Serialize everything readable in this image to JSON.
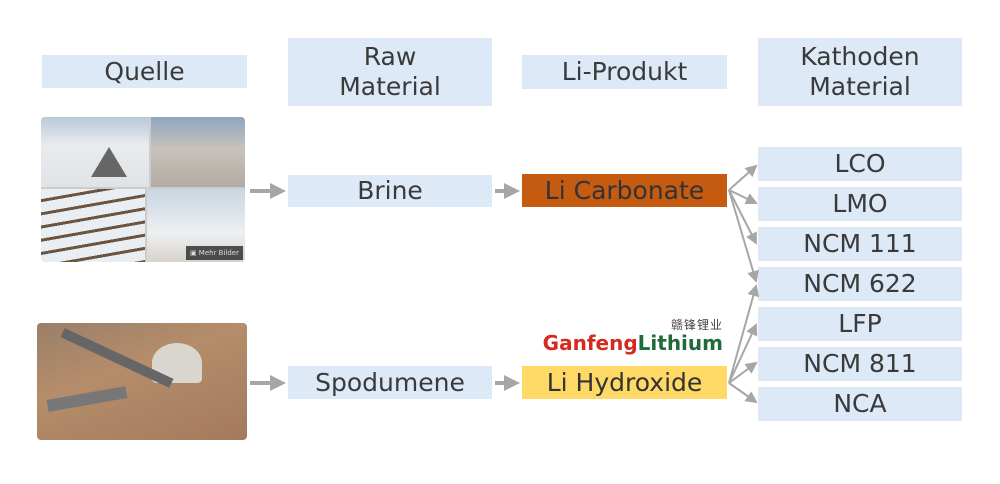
{
  "headers": {
    "source": "Quelle",
    "raw": "Raw\nMaterial",
    "product": "Li-Produkt",
    "cathode": "Kathoden\nMaterial"
  },
  "raw_materials": [
    "Brine",
    "Spodumene"
  ],
  "products": [
    {
      "label": "Li Carbonate",
      "color": "#c55a11"
    },
    {
      "label": "Li Hydroxide",
      "color": "#ffd966"
    }
  ],
  "cathodes": [
    "LCO",
    "LMO",
    "NCM 111",
    "NCM 622",
    "LFP",
    "NCM 811",
    "NCA"
  ],
  "photo_badge": "Mehr Bilder",
  "logo": {
    "chinese": "赣锋锂业",
    "part1": "Ganfeng",
    "part2": "Lithium",
    "color1": "#d42a20",
    "color2": "#1f6b3a"
  }
}
